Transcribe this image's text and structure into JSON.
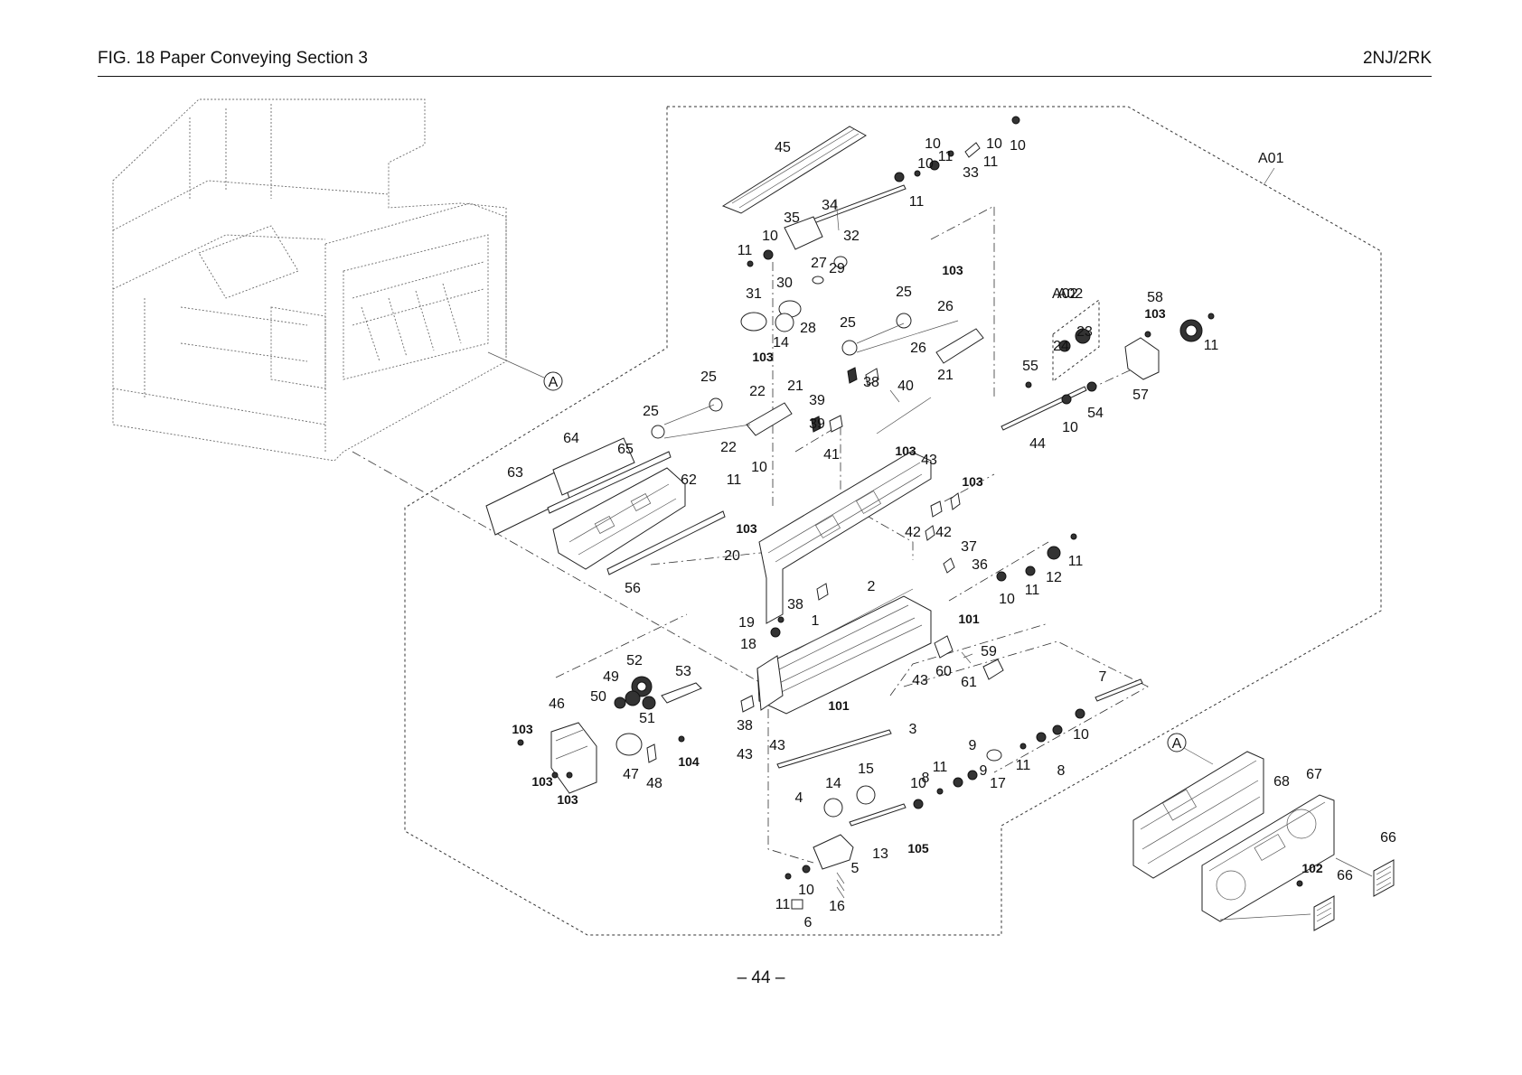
{
  "header": {
    "title": "FIG.  18  Paper Conveying Section 3",
    "code": "2NJ/2RK"
  },
  "footer": {
    "page": "– 44 –"
  },
  "assembly_labels": {
    "a01": "A01",
    "a02": "A02",
    "ref_main": "A",
    "ref_sub": "A"
  },
  "part_labels": [
    "45",
    "10",
    "10",
    "11",
    "33",
    "11",
    "10",
    "10",
    "11",
    "34",
    "35",
    "32",
    "11",
    "10",
    "27",
    "29",
    "31",
    "30",
    "28",
    "14",
    "103",
    "25",
    "26",
    "25",
    "26",
    "21",
    "103",
    "25",
    "22",
    "21",
    "39",
    "38",
    "40",
    "25",
    "22",
    "39",
    "41",
    "A02",
    "24",
    "23",
    "103",
    "58",
    "11",
    "55",
    "57",
    "10",
    "54",
    "44",
    "64",
    "65",
    "63",
    "62",
    "11",
    "10",
    "103",
    "43",
    "103",
    "103",
    "20",
    "42",
    "42",
    "37",
    "36",
    "56",
    "11",
    "12",
    "10",
    "11",
    "38",
    "2",
    "1",
    "19",
    "18",
    "101",
    "59",
    "60",
    "61",
    "43",
    "7",
    "52",
    "49",
    "53",
    "50",
    "51",
    "46",
    "103",
    "101",
    "38",
    "3",
    "43",
    "43",
    "47",
    "48",
    "104",
    "103",
    "103",
    "9",
    "11",
    "8",
    "9",
    "8",
    "10",
    "17",
    "11",
    "15",
    "14",
    "10",
    "4",
    "13",
    "105",
    "5",
    "11",
    "10",
    "16",
    "6",
    "68",
    "67",
    "66",
    "102",
    "66"
  ],
  "bold_labels": [
    "103",
    "101",
    "104",
    "105",
    "102"
  ]
}
